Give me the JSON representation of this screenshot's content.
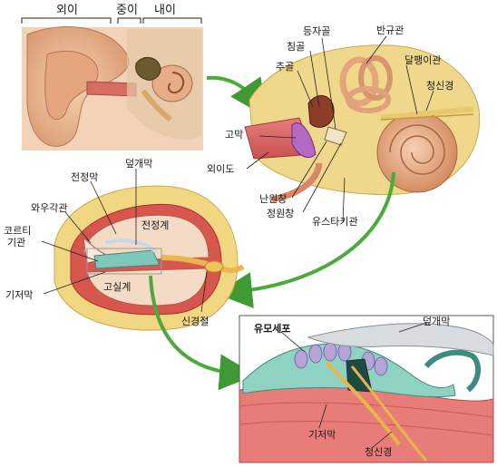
{
  "ear_regions": {
    "outer": "외이",
    "middle": "중이",
    "inner": "내이"
  },
  "middle_inner_ear": {
    "stapes": "등자골",
    "incus": "침골",
    "malleus": "추골",
    "semicircular_canals": "반규관",
    "cochlea": "달팽이관",
    "auditory_nerve": "청신경",
    "eardrum": "고막",
    "ear_canal": "외이도",
    "round_window": "난원창",
    "oval_window": "정원창",
    "eustachian_tube": "유스타키관"
  },
  "cochlea_section": {
    "vestibular_membrane": "전정막",
    "tectorial_membrane": "덮개막",
    "cochlear_duct": "와우각관",
    "scala_vestibuli": "전정계",
    "organ_of_corti": "코르티\n기관",
    "scala_tympani": "고실계",
    "basilar_membrane": "기저막",
    "spiral_ganglion": "신경절"
  },
  "organ_detail": {
    "hair_cells": "유모세포",
    "tectorial_membrane": "덮개막",
    "basilar_membrane": "기저막",
    "auditory_nerve": "청신경"
  },
  "colors": {
    "skin": "#e8b58f",
    "bone": "#e8cf72",
    "cochlea": "#e9b48a",
    "arrow": "#4caa3c",
    "red_tissue": "#d65a58",
    "teal": "#7ec7b9"
  }
}
